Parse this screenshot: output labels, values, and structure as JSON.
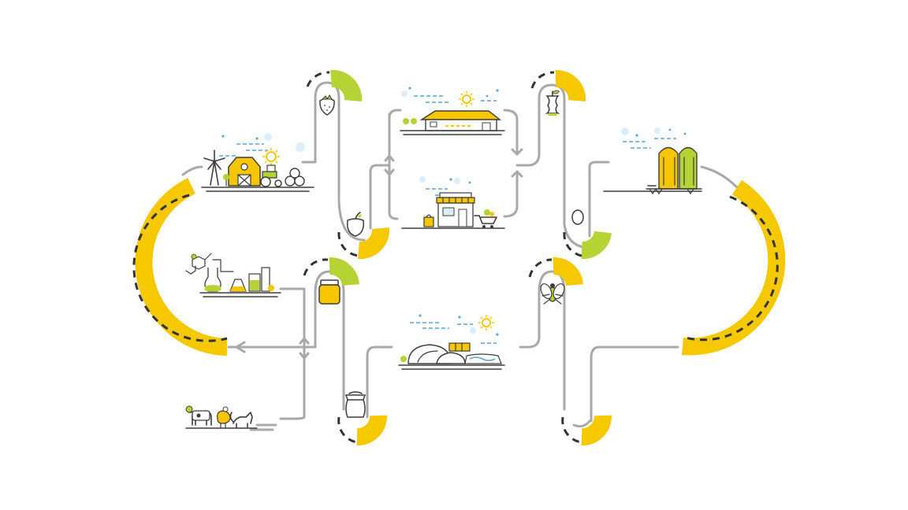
{
  "diagram": {
    "type": "circular-economy-loop",
    "colors": {
      "path": "#a9a9a9",
      "accent_yellow": "#f5c800",
      "accent_green": "#b5d334",
      "line_ink": "#3d3d3d",
      "sky_blue": "#59a6d8"
    },
    "scenes": [
      {
        "id": "farm",
        "icon": "farm-scene"
      },
      {
        "id": "packing-facility",
        "icon": "warehouse-scene"
      },
      {
        "id": "market",
        "icon": "market-stall-scene"
      },
      {
        "id": "storage-silos",
        "icon": "silo-scene"
      },
      {
        "id": "laboratory",
        "icon": "lab-scene"
      },
      {
        "id": "biogas-plant",
        "icon": "biogas-scene"
      },
      {
        "id": "livestock",
        "icon": "animals-scene"
      }
    ],
    "loop_items": [
      "strawberry-icon",
      "pepper-icon",
      "apple-core-icon",
      "egg-icon",
      "jar-icon",
      "sack-icon",
      "fly-icon"
    ]
  }
}
